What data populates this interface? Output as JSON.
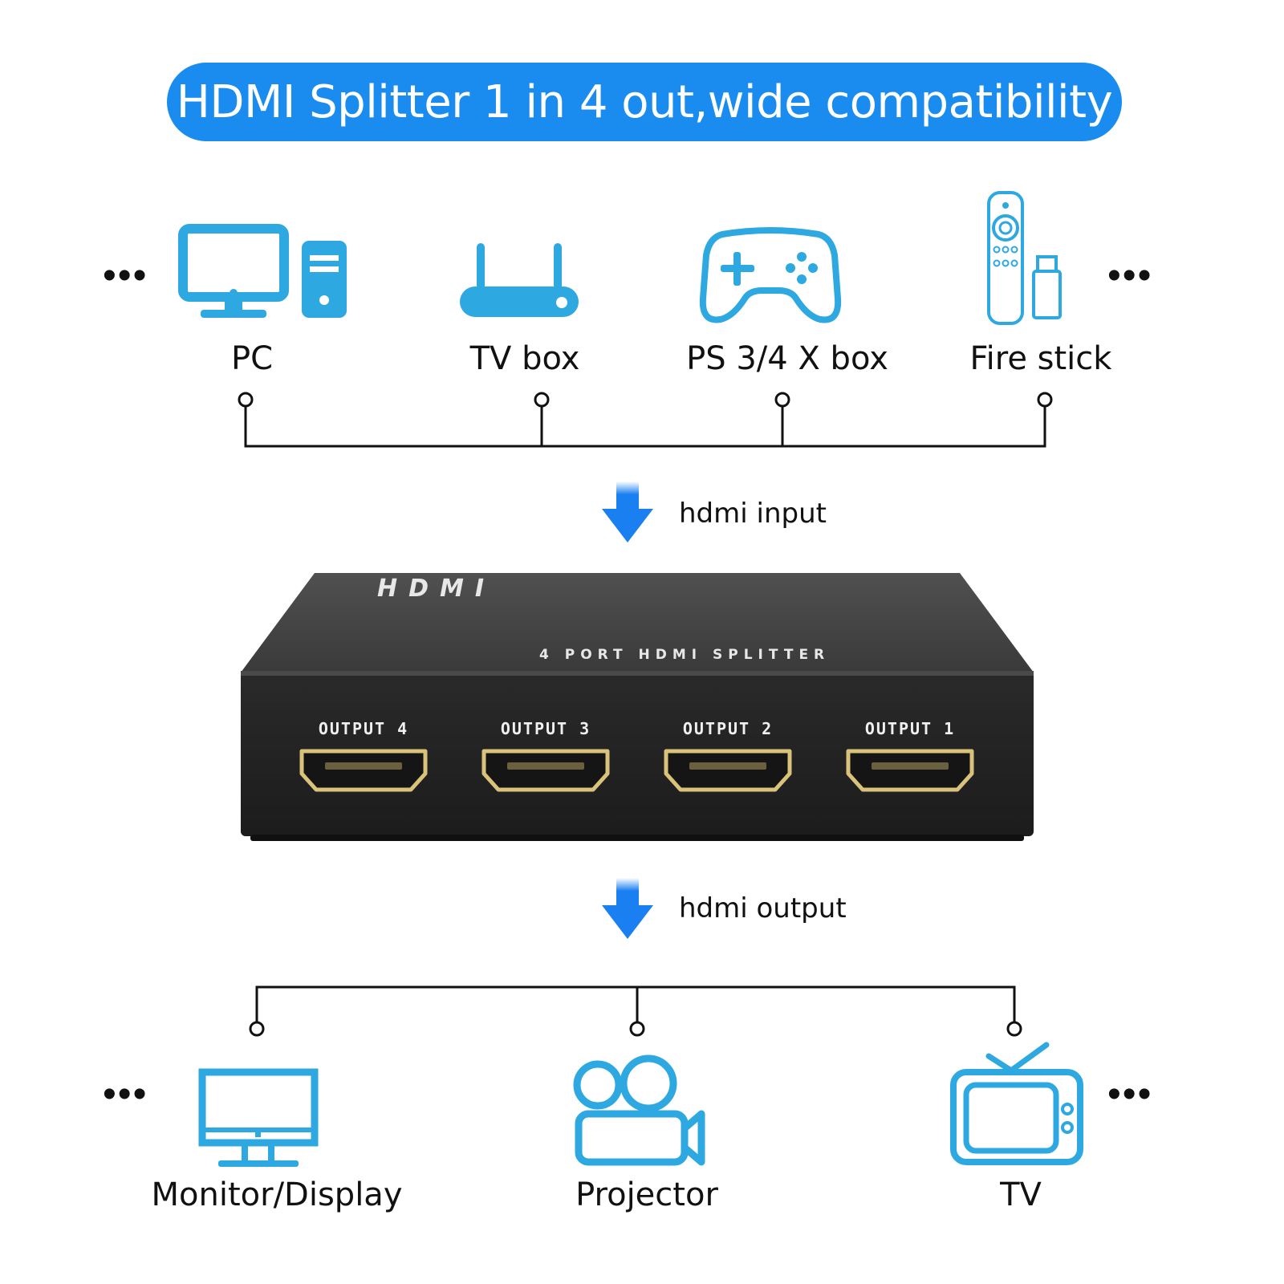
{
  "banner": {
    "title": "HDMI Splitter 1 in 4 out,wide compatibility"
  },
  "inputs": [
    {
      "label": "PC",
      "icon": "pc-icon"
    },
    {
      "label": "TV box",
      "icon": "router-icon"
    },
    {
      "label": "PS 3/4 X box",
      "icon": "gamepad-icon"
    },
    {
      "label": "Fire stick",
      "icon": "remote-stick-icon"
    }
  ],
  "flow": {
    "input_label": "hdmi input",
    "output_label": "hdmi output"
  },
  "device": {
    "brand": "HDMI",
    "model": "4 PORT HDMI SPLITTER",
    "ports": [
      "OUTPUT 4",
      "OUTPUT 3",
      "OUTPUT 2",
      "OUTPUT 1"
    ]
  },
  "outputs": [
    {
      "label": "Monitor/Display",
      "icon": "monitor-icon"
    },
    {
      "label": "Projector",
      "icon": "projector-icon"
    },
    {
      "label": "TV",
      "icon": "tv-icon"
    }
  ],
  "ellipsis": "•••",
  "colors": {
    "banner": "#1a8cf0",
    "icon": "#2ea8e0",
    "arrow": "#1a7ff0",
    "device": "#2e2e2e",
    "port_gold": "#d9c27a"
  }
}
